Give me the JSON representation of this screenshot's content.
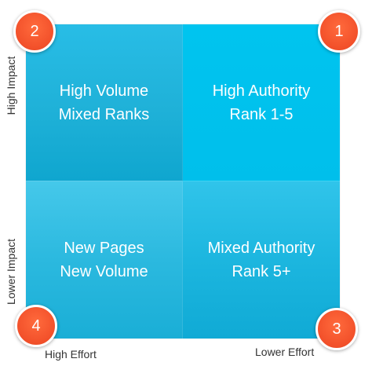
{
  "quadrants": {
    "top_left": {
      "line1": "High Volume",
      "line2": "Mixed Ranks"
    },
    "top_right": {
      "line1": "High Authority",
      "line2": "Rank 1-5"
    },
    "bottom_left": {
      "line1": "New Pages",
      "line2": "New Volume"
    },
    "bottom_right": {
      "line1": "Mixed Authority",
      "line2": "Rank 5+"
    }
  },
  "badges": {
    "top_left": "2",
    "top_right": "1",
    "bottom_left": "4",
    "bottom_right": "3"
  },
  "axes": {
    "y_high": "High Impact",
    "y_low": "Lower Impact",
    "x_high": "High Effort",
    "x_low": "Lower Effort"
  },
  "colors": {
    "quadrant_blue": "#00c4ef",
    "badge_orange": "#f2502a",
    "label_text": "#333333"
  }
}
